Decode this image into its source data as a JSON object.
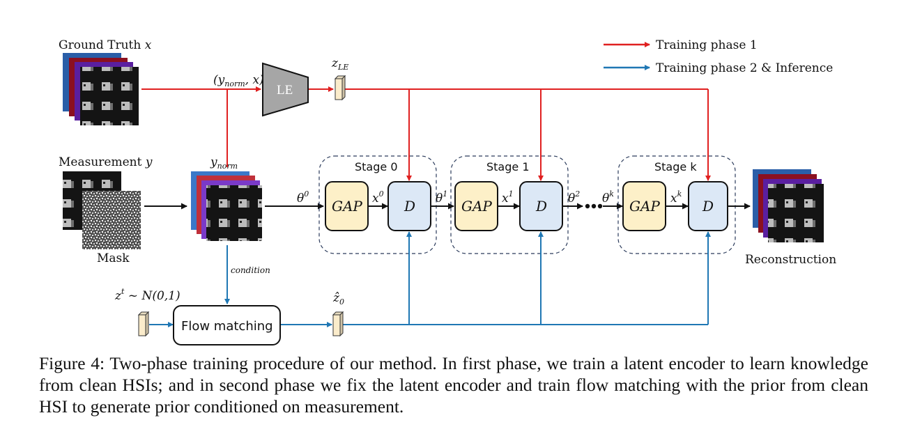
{
  "colors": {
    "phase1": "#e02020",
    "phase2": "#1f77b4",
    "gap_fill": "#fdf0c8",
    "d_fill": "#dce8f6",
    "le_fill": "#a6a6a6",
    "latent_fill": "#fbeccb"
  },
  "legend": {
    "phase1_label": "Training phase 1",
    "phase2_label": "Training phase 2 & Inference"
  },
  "inputs": {
    "ground_truth_label": "Ground Truth",
    "ground_truth_var": "x",
    "measurement_label": "Measurement",
    "measurement_var": "y",
    "mask_label": "Mask",
    "ynorm_label": "y",
    "ynorm_sub": "norm",
    "pair_label": "(y",
    "pair_sub": "norm",
    "pair_tail": ", x)"
  },
  "encoder": {
    "label": "LE",
    "latent_label": "z",
    "latent_sub": "LE"
  },
  "flow": {
    "label": "Flow matching",
    "noise_label": "z",
    "noise_sup": "t",
    "noise_tail": " ~ N(0,1)",
    "condition_label": "condition",
    "output_label": "ẑ",
    "output_sub": "0"
  },
  "stages": [
    {
      "title": "Stage 0",
      "gap": "GAP",
      "d": "D",
      "theta_in": "0",
      "x_sup": "0"
    },
    {
      "title": "Stage 1",
      "gap": "GAP",
      "d": "D",
      "theta_in": "1",
      "x_sup": "1"
    },
    {
      "title": "Stage k",
      "gap": "GAP",
      "d": "D",
      "theta_in": "k",
      "x_sup": "k"
    }
  ],
  "theta_symbol": "θ",
  "x_symbol": "x",
  "theta_after_stage1": "2",
  "output_label": "Reconstruction",
  "caption": "Figure 4: Two-phase training procedure of our method. In first phase, we train a latent encoder to learn knowledge from clean HSIs; and in second phase we fix the latent encoder and train flow matching with the prior from clean HSI to generate prior conditioned on measurement."
}
